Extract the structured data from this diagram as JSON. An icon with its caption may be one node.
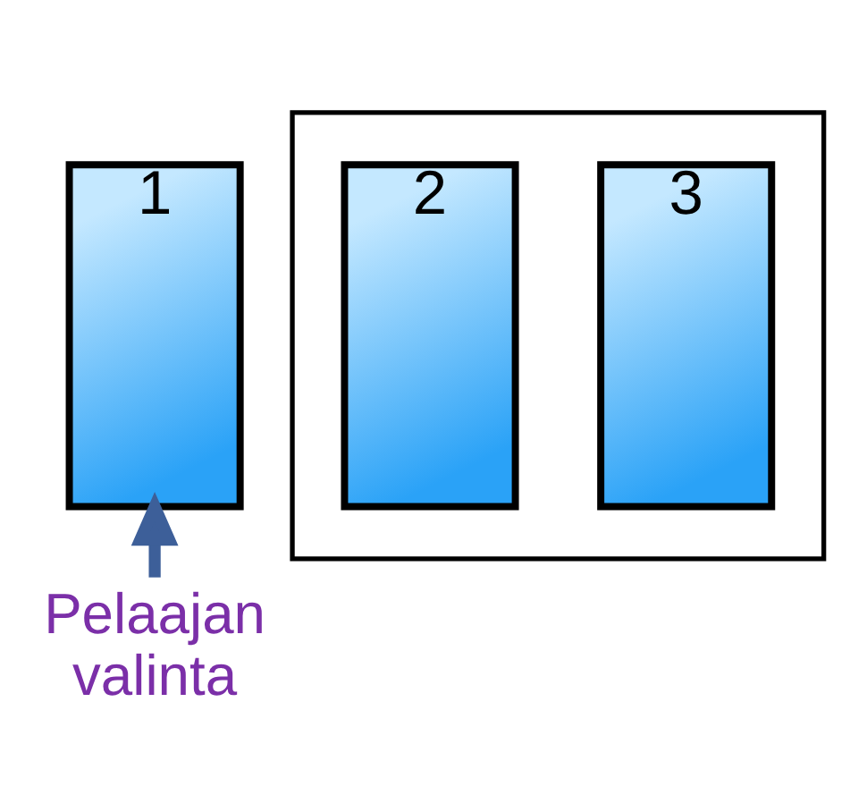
{
  "diagram": {
    "nodes": [
      {
        "text": [
          "1"
        ]
      },
      {
        "text": [],
        "shape": "box"
      },
      {
        "text": [
          "2"
        ],
        "in": 1
      },
      {
        "text": [
          "3"
        ],
        "in": 1
      },
      {
        "text": [
          "Pelaajan valinta"
        ]
      }
    ],
    "edges": [
      {
        "from": 4,
        "to": 0,
        "arrow": "to"
      }
    ]
  }
}
